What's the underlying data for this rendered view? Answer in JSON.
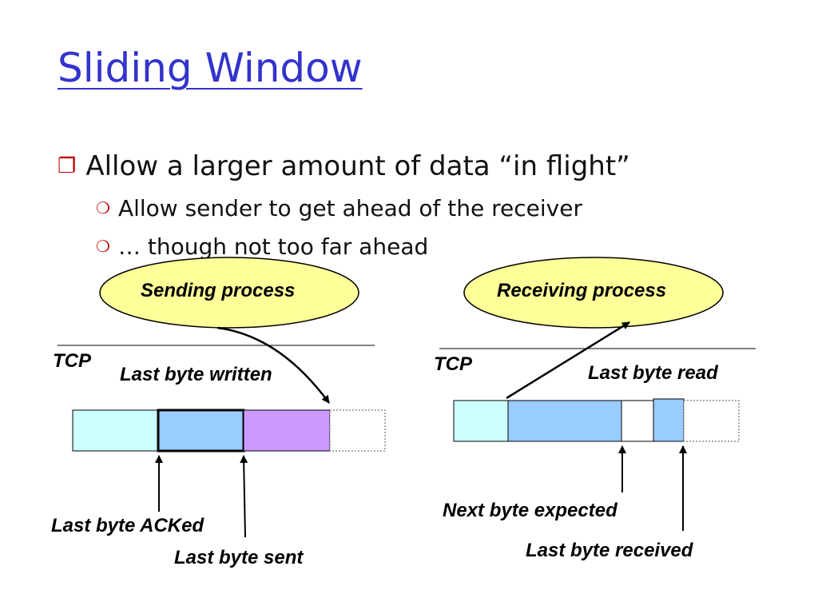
{
  "slide": {
    "title": "Sliding Window",
    "bullets": [
      {
        "marker": "❐",
        "text": "Allow a larger amount of data “in flight”"
      },
      {
        "marker": "❍",
        "text": "Allow sender to get ahead of the receiver"
      },
      {
        "marker": "❍",
        "text": "… though not too far ahead"
      }
    ]
  },
  "diagram": {
    "sender": {
      "process_label": "Sending process",
      "tcp_label": "TCP",
      "last_byte_written": "Last byte written",
      "last_byte_acked": "Last byte ACKed",
      "last_byte_sent": "Last byte sent"
    },
    "receiver": {
      "process_label": "Receiving process",
      "tcp_label": "TCP",
      "last_byte_read": "Last byte read",
      "next_byte_expected": "Next byte expected",
      "last_byte_received": "Last byte received"
    },
    "colors": {
      "ellipse_fill": "#ffff99",
      "acked_segment": "#ccffff",
      "in_flight_segment": "#99ccff",
      "unsent_segment": "#cc99ff",
      "free_segment": "#ffffff",
      "title": "#3333cc",
      "bullet_marker": "#c00000"
    }
  }
}
